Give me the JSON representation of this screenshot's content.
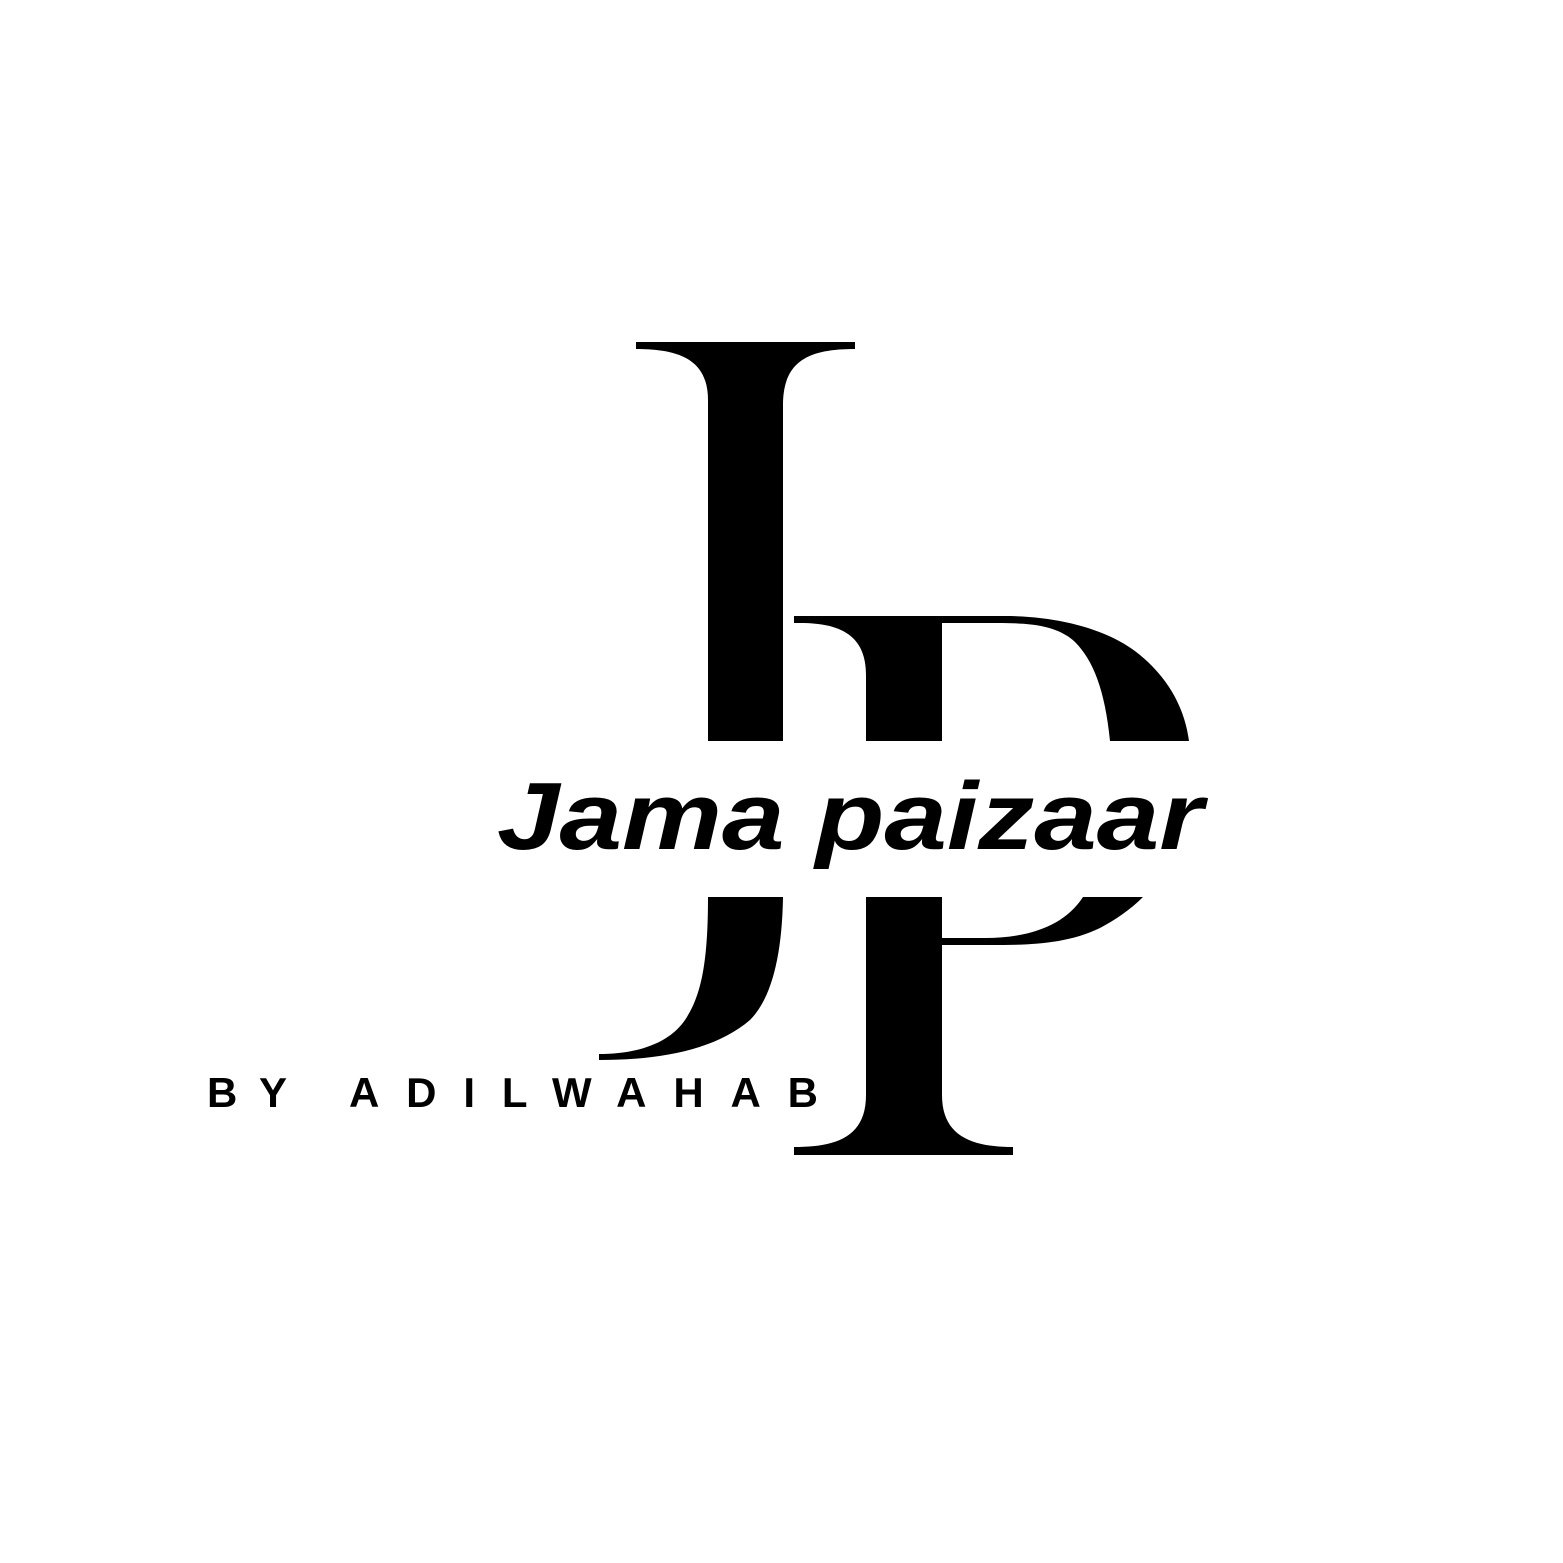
{
  "logo": {
    "monogram": "JP",
    "brand_name": "Jama paizaar",
    "byline_prefix": "BY",
    "byline_name": "ADILWAHAB",
    "colors": {
      "ink": "#000000",
      "background": "#ffffff"
    }
  }
}
